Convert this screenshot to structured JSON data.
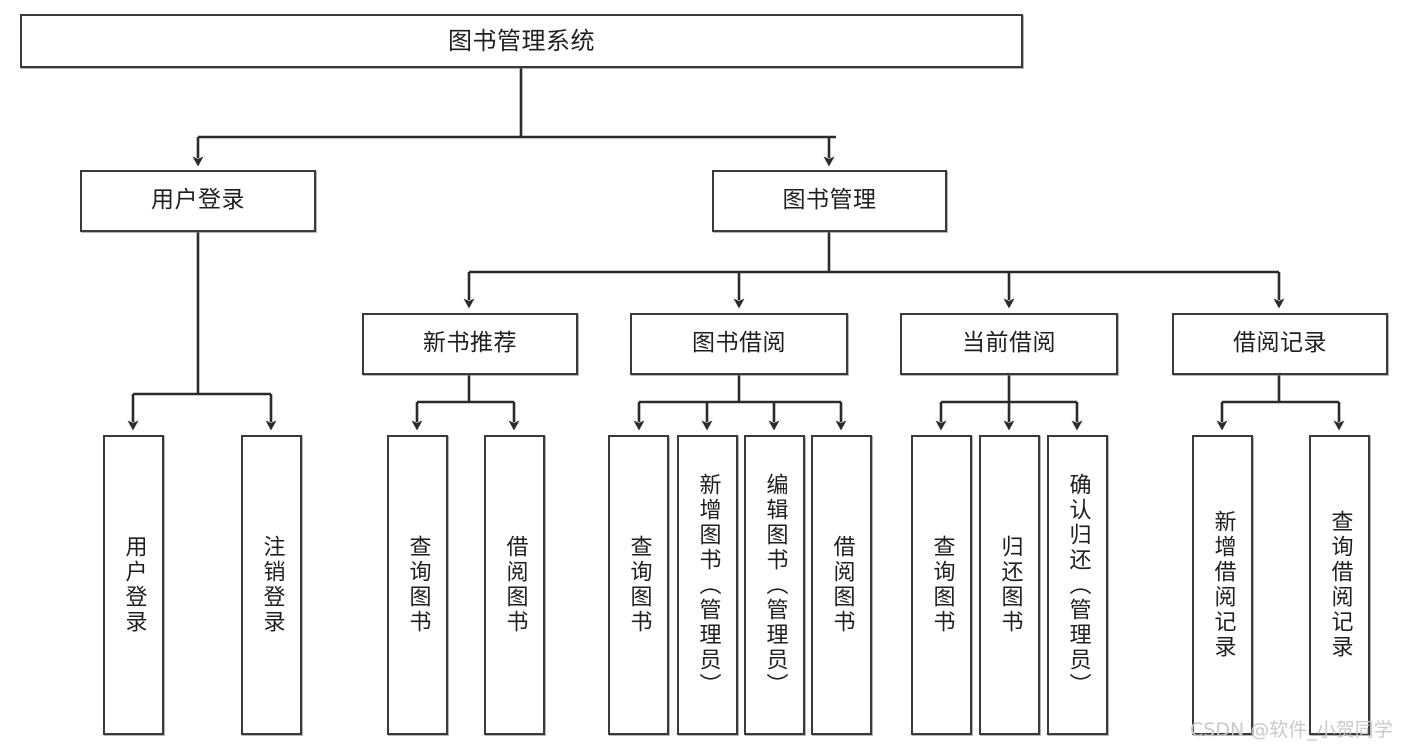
{
  "diagram": {
    "title": "图书管理系统",
    "type": "tree",
    "watermark": "CSDN @软件_小贺同学",
    "colors": {
      "border": "#3a3a3a",
      "fill": "#ffffff",
      "text": "#1f1f1f",
      "connector": "#2b2b2b",
      "watermark": "#c9c9c9"
    },
    "nodes": {
      "root": {
        "label": "图书管理系统"
      },
      "level2": [
        {
          "label": "用户登录"
        },
        {
          "label": "图书管理"
        }
      ],
      "level3": [
        {
          "label": "新书推荐"
        },
        {
          "label": "图书借阅"
        },
        {
          "label": "当前借阅"
        },
        {
          "label": "借阅记录"
        }
      ],
      "leaves": {
        "user_login": [
          {
            "label": "用户登录"
          },
          {
            "label": "注销登录"
          }
        ],
        "new_book_recommend": [
          {
            "label": "查询图书"
          },
          {
            "label": "借阅图书"
          }
        ],
        "book_borrow": [
          {
            "label": "查询图书"
          },
          {
            "label": "新增图书（管理员）"
          },
          {
            "label": "编辑图书（管理员）"
          },
          {
            "label": "借阅图书"
          }
        ],
        "current_borrow": [
          {
            "label": "查询图书"
          },
          {
            "label": "归还图书"
          },
          {
            "label": "确认归还（管理员）"
          }
        ],
        "borrow_record": [
          {
            "label": "新增借阅记录"
          },
          {
            "label": "查询借阅记录"
          }
        ]
      }
    }
  }
}
